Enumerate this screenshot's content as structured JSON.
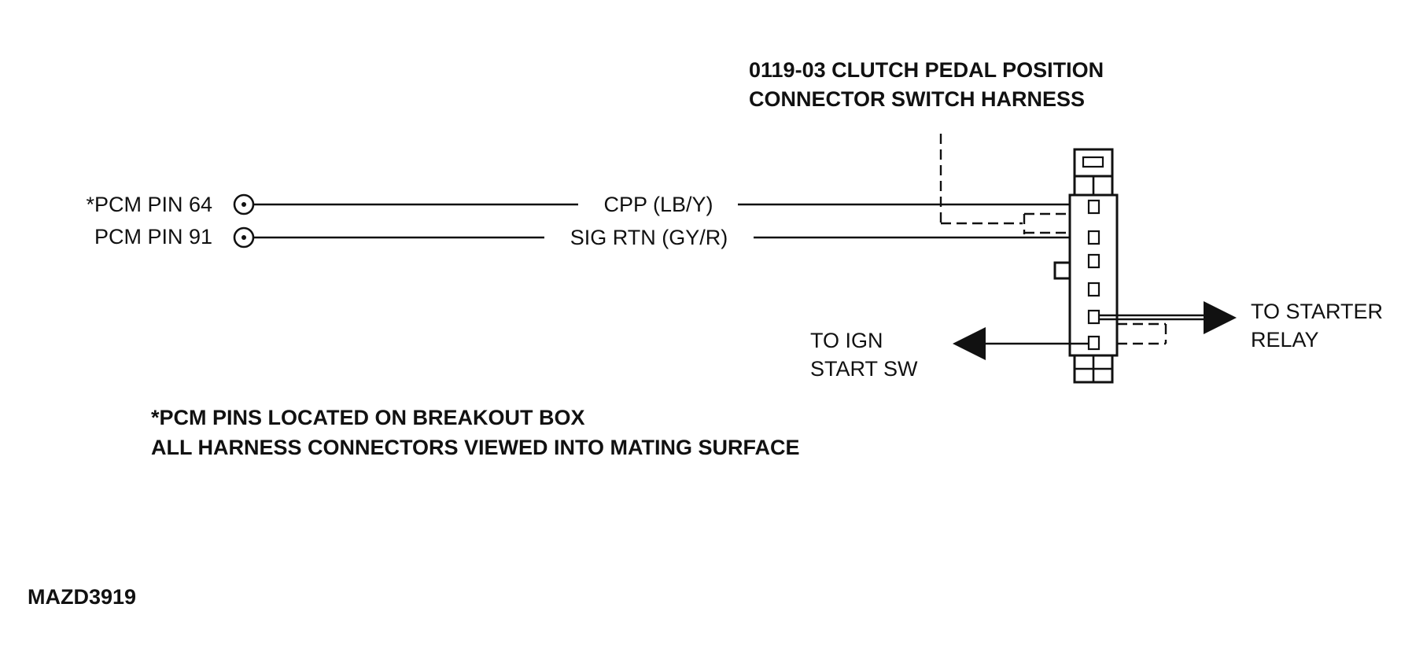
{
  "connector": {
    "title_line1": "0119-03 CLUTCH PEDAL POSITION",
    "title_line2": "CONNECTOR SWITCH HARNESS"
  },
  "pins": [
    {
      "label": "*PCM PIN 64",
      "wire": "CPP (LB/Y)"
    },
    {
      "label": "PCM PIN 91",
      "wire": "SIG RTN (GY/R)"
    }
  ],
  "outputs": {
    "left_line1": "TO IGN",
    "left_line2": "START SW",
    "right_line1": "TO STARTER",
    "right_line2": "RELAY"
  },
  "notes": {
    "line1": "*PCM PINS LOCATED ON BREAKOUT BOX",
    "line2": "ALL HARNESS CONNECTORS VIEWED INTO MATING SURFACE"
  },
  "figure_id": "MAZD3919",
  "colors": {
    "ink": "#111111",
    "background": "#ffffff"
  }
}
